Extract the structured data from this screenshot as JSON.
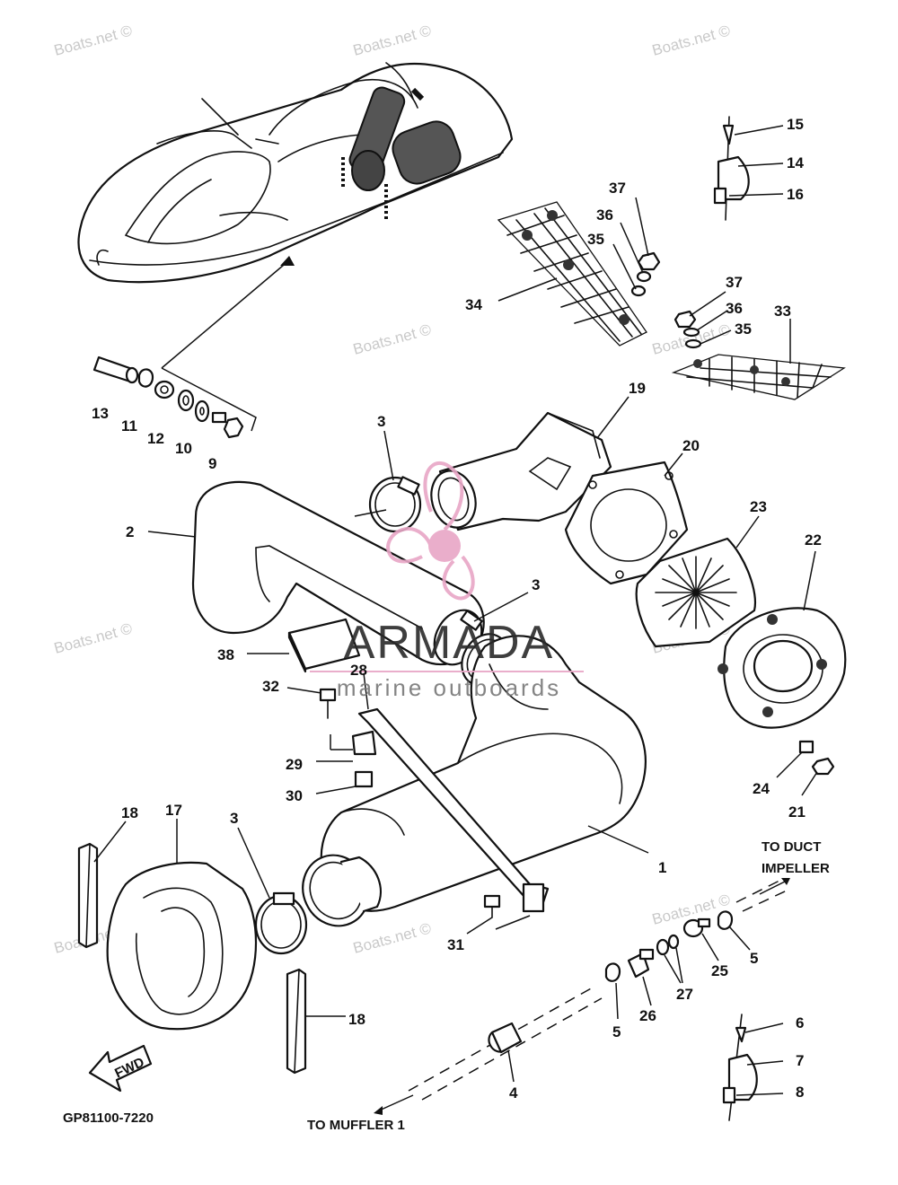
{
  "diagram": {
    "part_code": "GP81100-7220",
    "notes": {
      "to_duct": "TO DUCT",
      "impeller": "IMPELLER",
      "to_muffler": "TO MUFFLER 1",
      "fwd": "FWD"
    },
    "callouts": {
      "n1": "1",
      "n2": "2",
      "n3a": "3",
      "n3b": "3",
      "n3c": "3",
      "n4": "4",
      "n5a": "5",
      "n5b": "5",
      "n6": "6",
      "n7": "7",
      "n8": "8",
      "n9": "9",
      "n10": "10",
      "n11": "11",
      "n12": "12",
      "n13": "13",
      "n14": "14",
      "n15": "15",
      "n16": "16",
      "n17": "17",
      "n18a": "18",
      "n18b": "18",
      "n19": "19",
      "n20": "20",
      "n21": "21",
      "n22": "22",
      "n23": "23",
      "n24": "24",
      "n25": "25",
      "n26": "26",
      "n27": "27",
      "n28": "28",
      "n29": "29",
      "n30": "30",
      "n31": "31",
      "n32": "32",
      "n33": "33",
      "n34": "34",
      "n35a": "35",
      "n35b": "35",
      "n36a": "36",
      "n36b": "36",
      "n37a": "37",
      "n37b": "37",
      "n38": "38"
    },
    "watermark": {
      "site": "Boats.net ©",
      "brand": "ARMADA",
      "tagline": "marine outboards",
      "logo_color": "#e8a6c6"
    }
  }
}
